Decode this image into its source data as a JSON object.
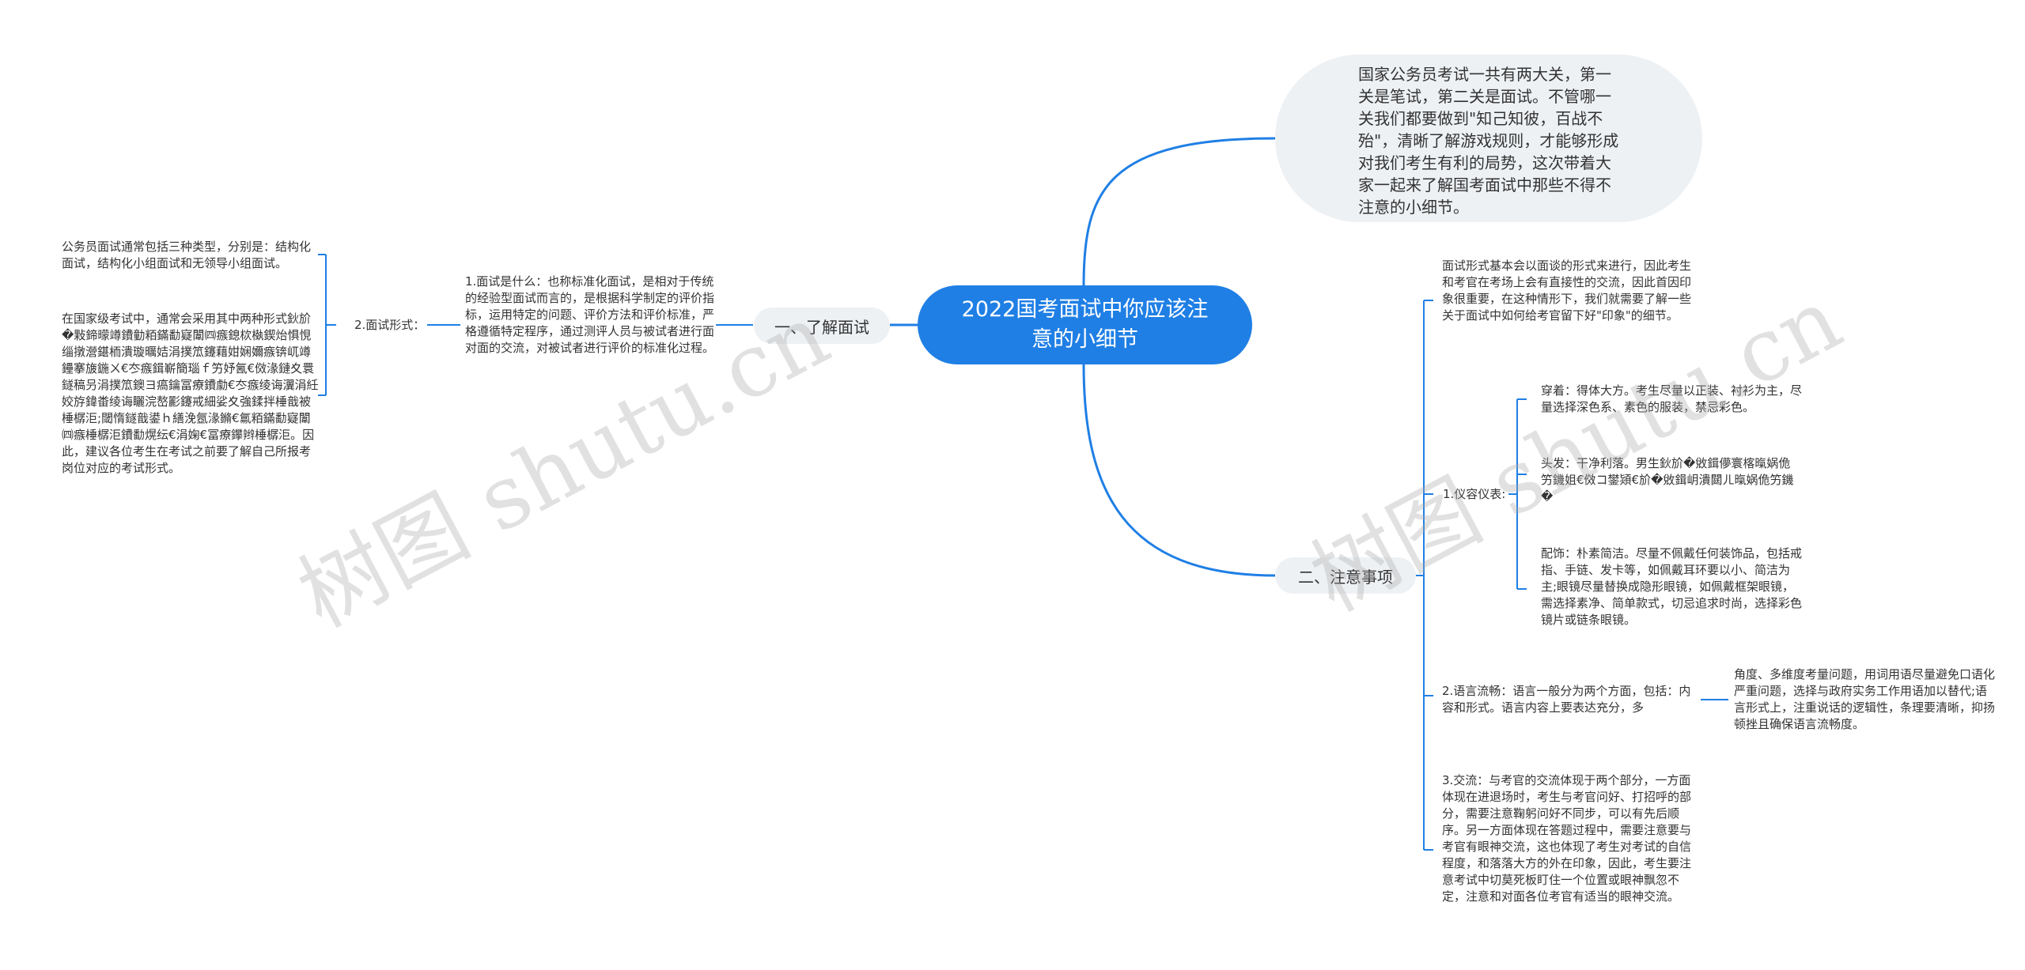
{
  "root": {
    "title": "2022国考面试中你应该注意的小细节"
  },
  "intro": {
    "text": "国家公务员考试一共有两大关，第一关是笔试，第二关是面试。不管哪一关我们都要做到\"知己知彼，百战不殆\"，清晰了解游戏规则，才能够形成对我们考生有利的局势，这次带着大家一起来了解国考面试中那些不得不注意的小细节。"
  },
  "left": {
    "branch_label": "一、了解面试",
    "what_is": "1.面试是什么：也称标准化面试，是相对于传统的经验型面试而言的，是根据科学制定的评价指标，运用特定的问题、评价方法和评价标准，严格遵循特定程序，通过测评人员与被试者进行面对面的交流，对被试者进行评价的标准化过程。",
    "form_label": "2.面试形式：",
    "form_item1": "公务员面试通常包括三种类型，分别是：结构化面试，结构化小组面试和无领导小组面试。",
    "form_item2": "在国家级考试中，通常会采用其中两种形式鈥斺�敤鍗曚竴鐨勭粨鏋勫寲闈㈣瘯鎴栨槸鍥炲惧悓缁撴瀯鍖栭潰璇曞姞涓撲笟鑳藉姏娴嬭瘯锛屼竴鑸搴旇鍦ㄨ€冭瘯鍓嶄簡瑙ｆ竻妤氥€傚湪鏈夊睘鐩稿叧涓撲笟鐭ヨ瘑鑰冨療鐨勮€冭瘯绫诲瀷涓紝姣斿鍏畨绫诲矖浣嶅彲鑳戒細娑夊強鍒拌棰戠被棰樼洰;閾惰鐩戠鍙ｈ繕浼氬湪鏅€氱粨鏋勫寲闈㈣瘯棰樼洰鐨勫熀纭€涓婅€冨療鑻辫棰樼洰。因此，建议各位考生在考试之前要了解自己所报考岗位对应的考试形式。"
  },
  "right": {
    "branch_label": "二、注意事项",
    "intro_text": "面试形式基本会以面谈的形式来进行，因此考生和考官在考场上会有直接性的交流，因此首因印象很重要，在这种情形下，我们就需要了解一些关于面试中如何给考官留下好\"印象\"的细节。",
    "appearance_label": "1.仪容仪表:",
    "dress": "穿着：得体大方。考生尽量以正装、衬衫为主，尽量选择深色系、素色的服装，禁忌彩色。",
    "hair": "头发：干净利落。男生鈥斺�敓鍓儚寰楁暣娲佹竻鐖姐€傚コ鐢熲€斺�敓鍓岄潰閮ㄦ暣娲佹竻鐖�",
    "accessories": "配饰：朴素简洁。尽量不佩戴任何装饰品，包括戒指、手链、发卡等，如佩戴耳环要以小、简洁为主;眼镜尽量替换成隐形眼镜，如佩戴框架眼镜，需选择素净、简单款式，切忌追求时尚，选择彩色镜片或链条眼镜。",
    "language_label": "2.语言流畅：语言一般分为两个方面，包括：内容和形式。语言内容上要表达充分，多",
    "language_detail": "角度、多维度考量问题，用词用语尽量避免口语化严重问题，选择与政府实务工作用语加以替代;语言形式上，注重说话的逻辑性，条理要清晰，抑扬顿挫且确保语言流畅度。",
    "communication": "3.交流：与考官的交流体现于两个部分，一方面体现在进退场时，考生与考官问好、打招呼的部分，需要注意鞠躬问好不同步，可以有先后顺序。另一方面体现在答题过程中，需要注意要与考官有眼神交流，这也体现了考生对考试的自信程度，和落落大方的外在印象，因此，考生要注意考试中切莫死板盯住一个位置或眼神飘忽不定，注意和对面各位考官有适当的眼神交流。"
  },
  "watermark": {
    "left": "树图 shutu.cn",
    "right": "树图 shutu.cn"
  },
  "colors": {
    "root_bg": "#1f7fe5",
    "link": "#1f7fe5",
    "bubble_bg": "#eef1f4"
  }
}
